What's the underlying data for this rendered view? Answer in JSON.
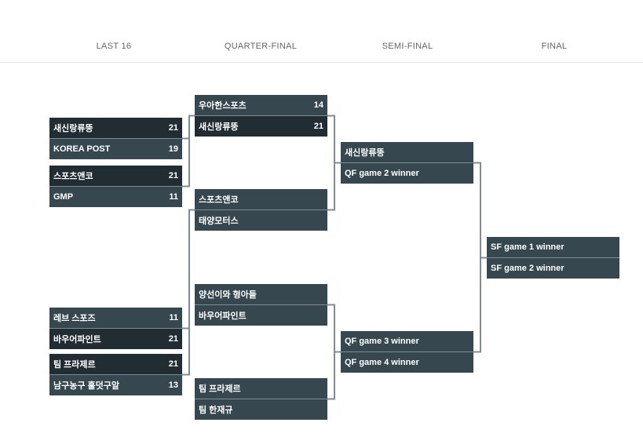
{
  "header": {
    "rounds": [
      "LAST 16",
      "QUARTER-FINAL",
      "SEMI-FINAL",
      "FINAL"
    ]
  },
  "colors": {
    "winner_row": "#212d32",
    "row": "#37474f",
    "connector": "#7d8d94"
  },
  "rounds": [
    {
      "name": "LAST 16",
      "matches": [
        {
          "teams": [
            {
              "name": "새신랑류뚱",
              "score": "21",
              "winner": true
            },
            {
              "name": "KOREA POST",
              "score": "19",
              "winner": false
            }
          ]
        },
        {
          "teams": [
            {
              "name": "스포츠앤코",
              "score": "21",
              "winner": true
            },
            {
              "name": "GMP",
              "score": "11",
              "winner": false
            }
          ]
        },
        {
          "teams": [
            {
              "name": "레브 스포즈",
              "score": "11",
              "winner": false
            },
            {
              "name": "바우어파인트",
              "score": "21",
              "winner": true
            }
          ]
        },
        {
          "teams": [
            {
              "name": "팀 프라제르",
              "score": "21",
              "winner": true
            },
            {
              "name": "남구농구 훌덧구알",
              "score": "13",
              "winner": false
            }
          ]
        }
      ]
    },
    {
      "name": "QUARTER-FINAL",
      "matches": [
        {
          "teams": [
            {
              "name": "우아한스포츠",
              "score": "14",
              "winner": false
            },
            {
              "name": "새신랑류뚱",
              "score": "21",
              "winner": true
            }
          ]
        },
        {
          "teams": [
            {
              "name": "스포츠앤코",
              "score": "",
              "winner": false
            },
            {
              "name": "태양모터스",
              "score": "",
              "winner": false
            }
          ]
        },
        {
          "teams": [
            {
              "name": "양선이와 형아들",
              "score": "",
              "winner": false
            },
            {
              "name": "바우어파인트",
              "score": "",
              "winner": false
            }
          ]
        },
        {
          "teams": [
            {
              "name": "팀 프라제르",
              "score": "",
              "winner": false
            },
            {
              "name": "팀 한재규",
              "score": "",
              "winner": false
            }
          ]
        }
      ]
    },
    {
      "name": "SEMI-FINAL",
      "matches": [
        {
          "teams": [
            {
              "name": "새신랑류뚱",
              "score": "",
              "winner": false
            },
            {
              "name": "QF game 2 winner",
              "score": "",
              "winner": false
            }
          ]
        },
        {
          "teams": [
            {
              "name": "QF game 3 winner",
              "score": "",
              "winner": false
            },
            {
              "name": "QF game 4 winner",
              "score": "",
              "winner": false
            }
          ]
        }
      ]
    },
    {
      "name": "FINAL",
      "matches": [
        {
          "teams": [
            {
              "name": "SF game 1 winner",
              "score": "",
              "winner": false
            },
            {
              "name": "SF game 2 winner",
              "score": "",
              "winner": false
            }
          ]
        }
      ]
    }
  ]
}
